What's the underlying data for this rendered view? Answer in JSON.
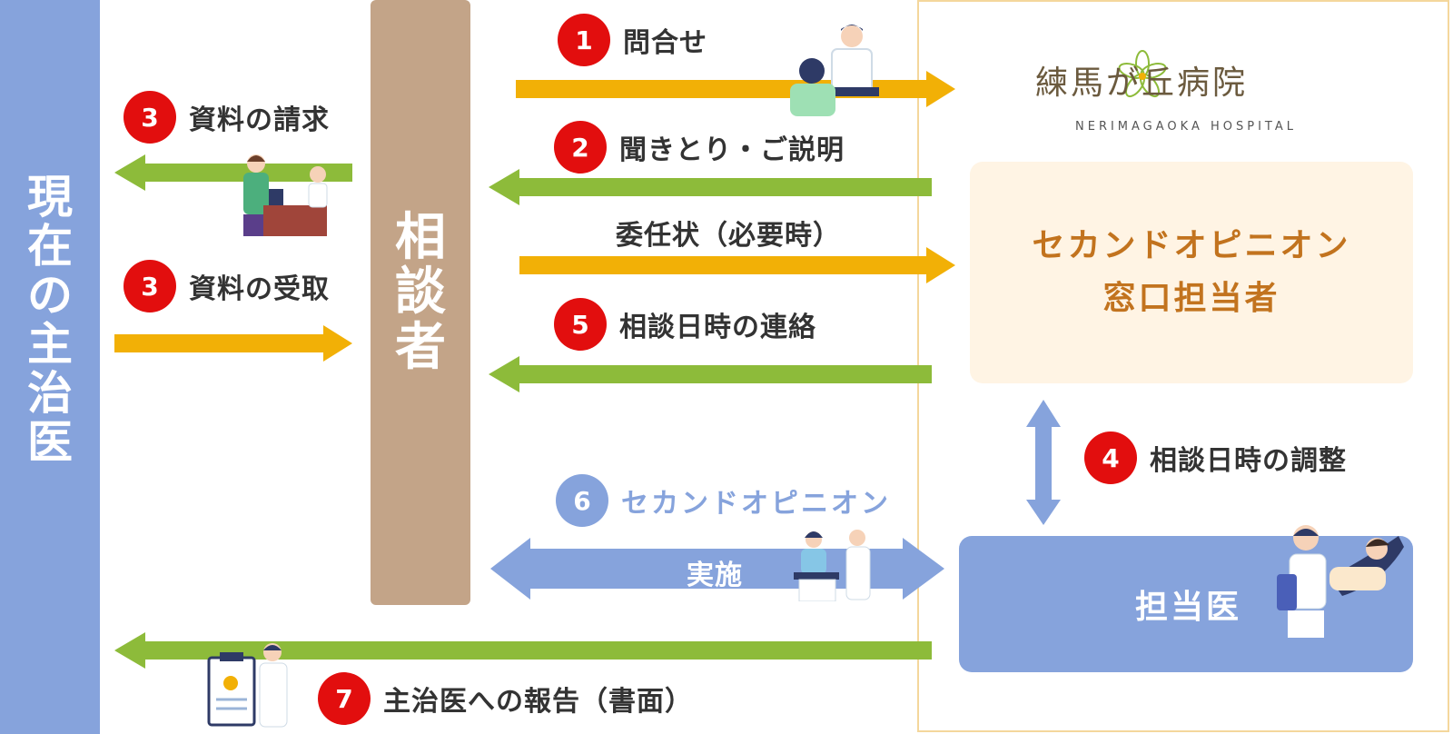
{
  "left_column": {
    "label": [
      "現",
      "在",
      "の",
      "主",
      "治",
      "医"
    ]
  },
  "middle_column": {
    "label": [
      "相",
      "談",
      "者"
    ]
  },
  "hospital": {
    "name": "練馬が丘病院",
    "name_roman": "NERIMAGAOKA HOSPITAL"
  },
  "second_opinion_desk": {
    "line1": "セカンドオピニオン",
    "line2": "窓口担当者"
  },
  "doctor_box": {
    "label": "担当医"
  },
  "steps": [
    {
      "number": "1",
      "label": "問合せ"
    },
    {
      "number": "2",
      "label": "聞きとり・ご説明"
    },
    {
      "number": "3",
      "label": "資料の請求"
    },
    {
      "number": "3",
      "label": "資料の受取"
    },
    {
      "number": "4",
      "label": "相談日時の調整"
    },
    {
      "number": "5",
      "label": "相談日時の連絡"
    },
    {
      "number": "6",
      "label": "セカンドオピニオン"
    },
    {
      "number": "7",
      "label": "主治医への報告（書面）"
    }
  ],
  "power_of_attorney": "委任状（必要時）",
  "implementation": "実施",
  "colors": {
    "left_bar": "#86a3dc",
    "middle_bar": "#c3a488",
    "orange_arrow": "#f2b006",
    "green_arrow": "#8dbb3a",
    "blue_arrow": "#86a3dc",
    "badge_red": "#e20e0e",
    "desk_box_bg": "#fff4e4",
    "desk_box_text": "#c2731e",
    "hospital_border": "#f4d79c"
  },
  "icons": [
    "doctor-consultation-icon",
    "reception-icon",
    "nurse-patient-icon",
    "report-doctor-icon",
    "doctor-patient-icon",
    "flower-logo-icon"
  ]
}
